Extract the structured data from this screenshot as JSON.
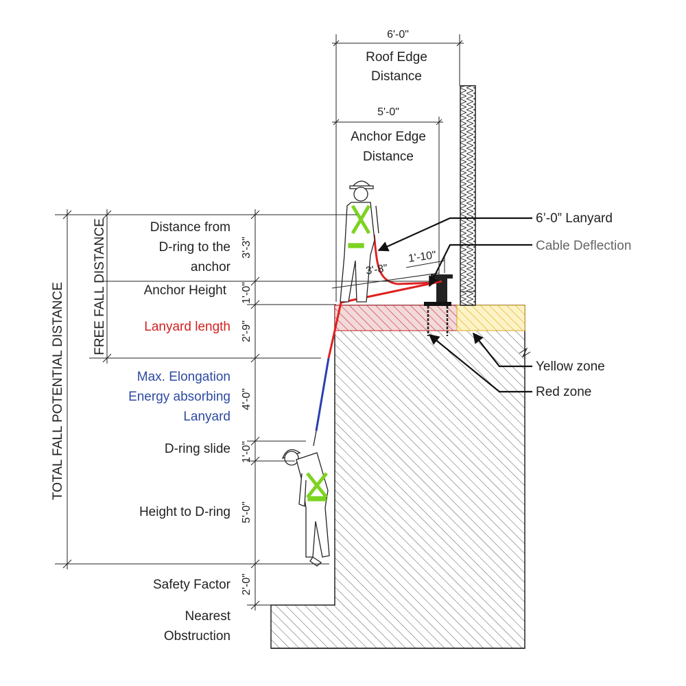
{
  "top_dims": {
    "roof_value": "6'-0\"",
    "roof_label_1": "Roof Edge",
    "roof_label_2": "Distance",
    "anchor_value": "5'-0\"",
    "anchor_label_1": "Anchor Edge",
    "anchor_label_2": "Distance"
  },
  "left_labels": {
    "total_fall": "TOTAL FALL POTENTIAL  DISTANCE",
    "free_fall": "FREE FALL DISTANCE",
    "dring_anchor_1": "Distance from",
    "dring_anchor_2": "D-ring to the",
    "dring_anchor_3": "anchor",
    "anchor_height": "Anchor Height",
    "lanyard_length": "Lanyard length",
    "elong_1": "Max. Elongation",
    "elong_2": "Energy absorbing",
    "elong_3": "Lanyard",
    "dring_slide": "D-ring slide",
    "height_dring": "Height to D-ring",
    "safety_factor": "Safety Factor",
    "nearest_1": "Nearest",
    "nearest_2": "Obstruction"
  },
  "dimensions": {
    "d1": "3'-3\"",
    "d2": "1'-0\"",
    "d3": "2'-9\"",
    "d4": "4'-0\"",
    "d5": "1'-0\"",
    "d6": "5'-0\"",
    "d7": "2'-0\"",
    "lanyard_horizontal": "3'-8\"",
    "deflection_value": "1'-10\""
  },
  "callouts": {
    "lanyard": "6’-0” Lanyard",
    "cable_deflection": "Cable Deflection",
    "yellow_zone": "Yellow zone",
    "red_zone": "Red zone"
  },
  "colors": {
    "red": "#e02020",
    "blue": "#2a3fb0",
    "yellow": "#f2c230",
    "harness_green": "#7dd321",
    "label_blue": "#2d4aa0",
    "label_red": "#d42020",
    "callout_gray": "#666666"
  }
}
